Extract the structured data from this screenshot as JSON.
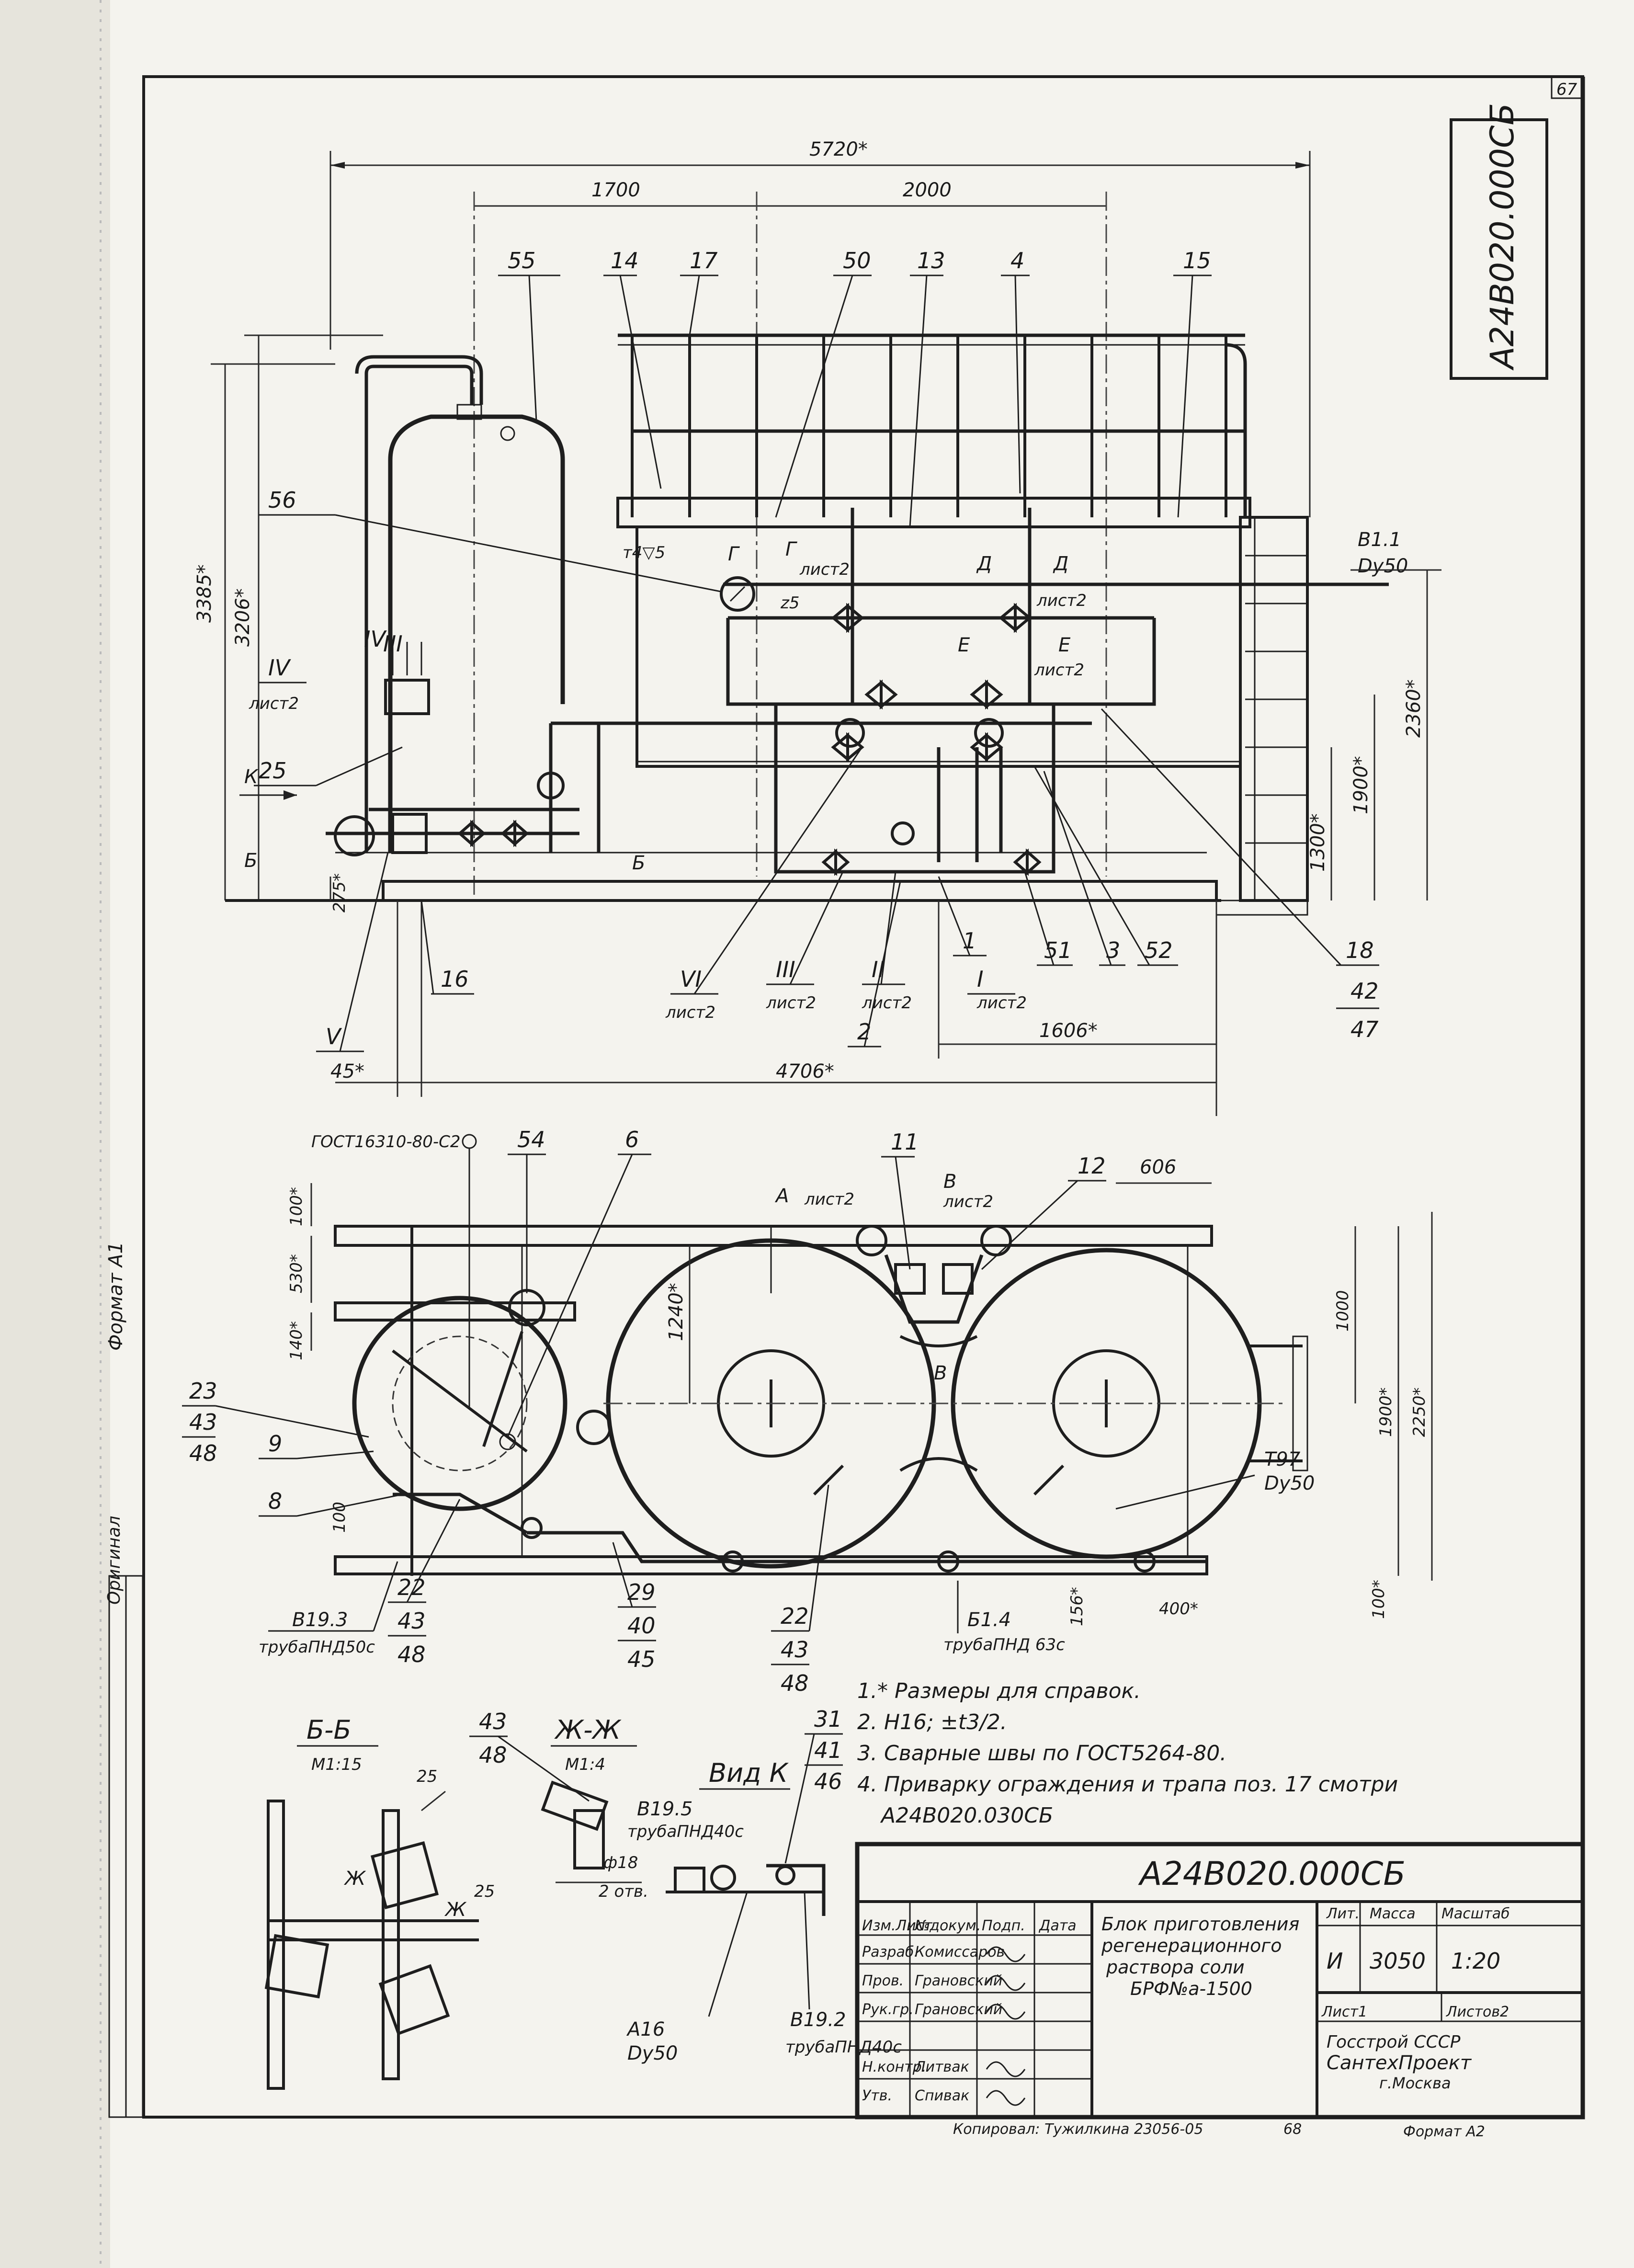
{
  "sheet": {
    "page_number": "67",
    "doc_code_vertical": "А24В020.000СБ",
    "margin_note": "Оригинал",
    "margin_note2": "Формат А1"
  },
  "front_view": {
    "dims": {
      "overall_width": "5720*",
      "d1700": "1700",
      "d2000": "2000",
      "h3385": "3385*",
      "h3206": "3206*",
      "h2360": "2360*",
      "h1900": "1900*",
      "h1300": "1300*",
      "h275": "275*",
      "d1606": "1606*",
      "d4706": "4706*",
      "d45": "45*"
    },
    "callouts": [
      "55",
      "14",
      "17",
      "50",
      "13",
      "4",
      "15",
      "56",
      "16",
      "2",
      "1",
      "51",
      "3",
      "52",
      "18",
      "25"
    ],
    "fraction_18": {
      "num": "42",
      "den": "47"
    },
    "labels": {
      "b11": "В1.1",
      "b11_dn": "Dу50",
      "t4": "т4▽5",
      "z5": "z5",
      "k": "К",
      "b_left": "Б",
      "b_right": "Б",
      "g_left": "Г",
      "g_right": "Г",
      "d_left": "Д",
      "d_right": "Д",
      "e_left": "Е",
      "e_right": "Е",
      "list2_g": "лист2",
      "list2_d": "лист2",
      "list2_e": "лист2"
    },
    "views": [
      {
        "roman": "IV",
        "sheet": "лист2"
      },
      {
        "roman": "VI",
        "sheet": "лист2"
      },
      {
        "roman": "III",
        "sheet": "лист2"
      },
      {
        "roman": "II",
        "sheet": "лист2"
      },
      {
        "roman": "I",
        "sheet": "лист2"
      },
      {
        "roman": "V",
        "sheet": ""
      },
      {
        "roman": "III",
        "sheet": ""
      }
    ]
  },
  "plan_view": {
    "gost": "ГОСТ16310-80-С2",
    "callouts": [
      "54",
      "6",
      "11",
      "12",
      "9",
      "8"
    ],
    "section_a": "А",
    "section_a_sheet": "лист2",
    "section_b": "В",
    "section_b_sheet": "лист2",
    "section_b2": "В",
    "dims": {
      "d606": "606",
      "d100a": "100*",
      "d530": "530*",
      "d140": "140*",
      "d1240": "1240*",
      "d1000": "1000",
      "d1900": "1900*",
      "d2250": "2250*",
      "d100b": "100",
      "d156": "156*",
      "d400": "400*",
      "d100c": "100*"
    },
    "t97": "Т97",
    "t97_dn": "Dу50",
    "b193": "В19.3",
    "b193_pipe": "трубаПНД50с",
    "b14": "Б1.4",
    "b14_pipe": "трубаПНД 63с",
    "fractions": [
      {
        "top": "23",
        "mid": "43",
        "bot": "48"
      },
      {
        "top": "22",
        "mid": "43",
        "bot": "48"
      },
      {
        "top": "29",
        "mid": "40",
        "bot": "45"
      },
      {
        "top": "22",
        "mid": "43",
        "bot": "48"
      }
    ]
  },
  "notes": [
    "1.* Размеры для справок.",
    "2. Н16; ±t3/2.",
    "3. Сварные швы по ГОСТ5264-80.",
    "4. Приварку ограждения и трапа поз. 17 смотри",
    "А24В020.030СБ"
  ],
  "section_bb": {
    "title": "Б-Б",
    "scale": "М1:15",
    "d25a": "25",
    "d25b": "25",
    "zh": "Ж",
    "zh2": "Ж"
  },
  "section_zhzh": {
    "title": "Ж-Ж",
    "scale": "М1:4",
    "frac_top": "43",
    "frac_bot": "48",
    "hole": "ф18",
    "holes": "2 отв."
  },
  "view_k": {
    "title": "Вид К",
    "frac": {
      "top": "31",
      "mid": "41",
      "bot": "46"
    },
    "b195": "В19.5",
    "b195_pipe": "трубаПНД40с",
    "a16": "А16",
    "a16_dn": "Dу50",
    "b192": "В19.2",
    "b192_pipe": "трубаПНД40с"
  },
  "title_block": {
    "code": "А24В020.000СБ",
    "name_lines": [
      "Блок приготовления",
      "регенерационного",
      "раствора соли",
      "БРФ№а-1500"
    ],
    "lit_header": "Лит.",
    "mass_header": "Масса",
    "scale_header": "Масштаб",
    "lit_value": "И",
    "mass_value": "3050",
    "scale_value": "1:20",
    "sheet": "Лист1",
    "sheets": "Листов2",
    "org_lines": [
      "Госстрой СССР",
      "СантехПроект",
      "г.Москва"
    ],
    "rows": [
      {
        "role": "Изм.Лист",
        "name": "№докум.",
        "sign": "Подп.",
        "date": "Дата"
      },
      {
        "role": "Разраб.",
        "name": "Комиссаров",
        "sign": "",
        "date": ""
      },
      {
        "role": "Пров.",
        "name": "Грановский",
        "sign": "",
        "date": ""
      },
      {
        "role": "Рук.гр.",
        "name": "Грановский",
        "sign": "",
        "date": ""
      },
      {
        "role": "Н.контр.",
        "name": "Литвак",
        "sign": "",
        "date": ""
      },
      {
        "role": "Утв.",
        "name": "Спивак",
        "sign": "",
        "date": ""
      }
    ],
    "copied": "Копировал: Тужилкина 23056-05",
    "copied_num": "68",
    "format": "Формат А2"
  }
}
